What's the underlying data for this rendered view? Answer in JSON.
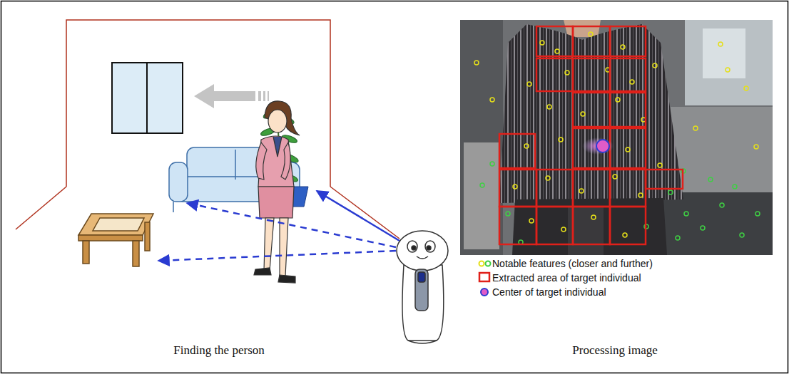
{
  "diagram": {
    "labels": [
      "Finding the person",
      "Processing image"
    ],
    "legend": [
      {
        "text": "Notable features (closer and further)"
      },
      {
        "text": "Extracted area of target individual"
      },
      {
        "text": "Center of target individual"
      }
    ]
  }
}
